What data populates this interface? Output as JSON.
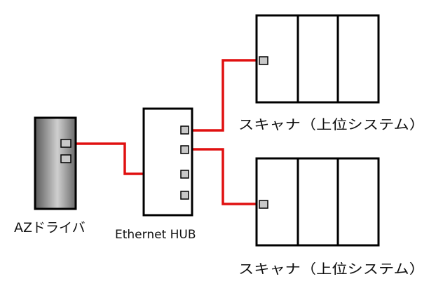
{
  "nodes": {
    "driver": {
      "label": "AZドライバ"
    },
    "hub": {
      "label": "Ethernet HUB"
    },
    "scanner_top": {
      "label": "スキャナ（上位システム）"
    },
    "scanner_bottom": {
      "label": "スキャナ（上位システム）"
    }
  },
  "colors": {
    "cable": "#e01010",
    "outline": "#000000",
    "port_fill": "#c8c8c8",
    "driver_gradient_start": "#5a5a5a",
    "driver_gradient_mid": "#cfcfcf",
    "driver_gradient_end": "#6a6a6a"
  }
}
